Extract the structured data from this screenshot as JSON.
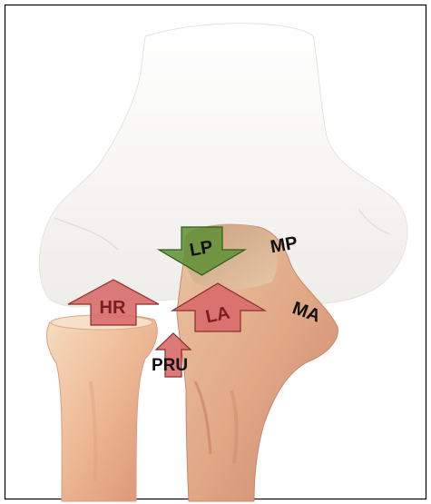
{
  "labels": {
    "lp": "LP",
    "mp": "MP",
    "hr": "HR",
    "la": "LA",
    "ma": "MA",
    "pru": "PRU"
  },
  "colors": {
    "border": "#000000",
    "humerus": "#f3f1ee",
    "bone_light": "#f4d8b8",
    "bone_mid": "#e8b690",
    "bone_warm": "#d68f6c",
    "bone_dark": "#b77a5d",
    "green_arrow": "#5f8f35",
    "green_stroke": "#2f5d16",
    "red_arrow": "#d86b6b",
    "red_stroke": "#8e2c2c",
    "label_text": "#111111"
  }
}
